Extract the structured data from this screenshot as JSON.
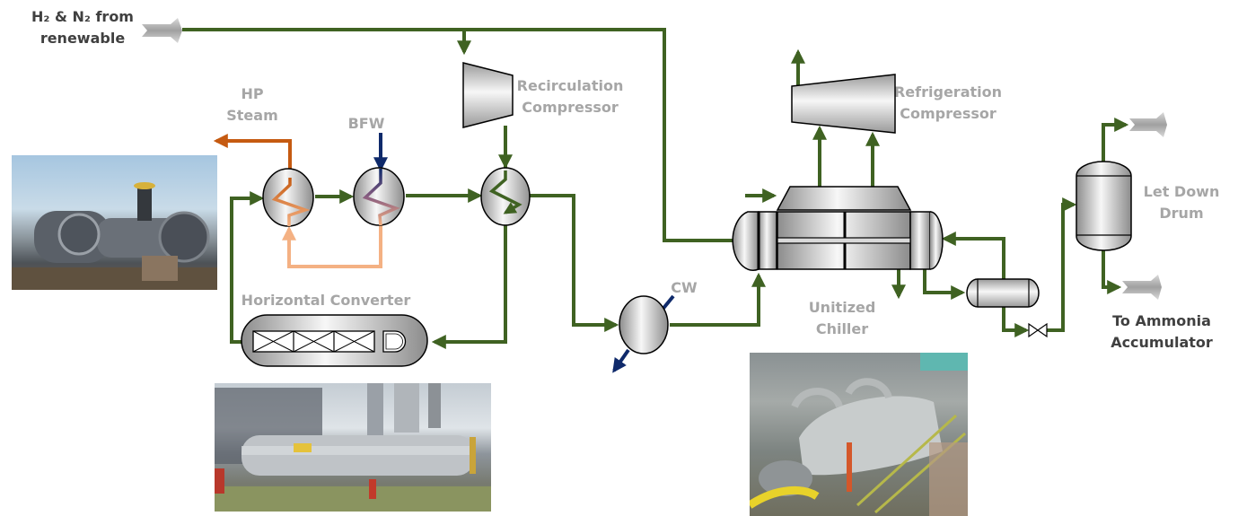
{
  "labels": {
    "feed_line1": "H₂ & N₂ from",
    "feed_line2": "renewable",
    "hp_steam_line1": "HP",
    "hp_steam_line2": "Steam",
    "bfw": "BFW",
    "recirc_line1": "Recirculation",
    "recirc_line2": "Compressor",
    "refrig_line1": "Refrigeration",
    "refrig_line2": "Compressor",
    "let_down_line1": "Let Down",
    "let_down_line2": "Drum",
    "converter": "Horizontal Converter",
    "cw": "CW",
    "chiller_line1": "Unitized",
    "chiller_line2": "Chiller",
    "ammonia_line1": "To Ammonia",
    "ammonia_line2": "Accumulator"
  },
  "equipment": [
    "Recirculation Compressor",
    "Refrigeration Compressor",
    "Waste Heat Boiler (HP Steam)",
    "BFW Preheater",
    "Gas-Gas Exchanger",
    "Horizontal Converter",
    "CW Cooler",
    "Unitized Chiller",
    "Separator",
    "Let Down Valve",
    "Let Down Drum"
  ],
  "photos": [
    {
      "id": "waste-heat-boiler-photo",
      "subject": "Waste heat boiler shell-and-tube exchanger"
    },
    {
      "id": "horizontal-converter-photo",
      "subject": "Horizontal ammonia converter in plant"
    },
    {
      "id": "unitized-chiller-photo",
      "subject": "Unitized chiller in plant"
    }
  ],
  "colors": {
    "process": "#3f6222",
    "hp_steam": "#c55a11",
    "bfw_inlet": "#0f2a6b",
    "condensate": "#f4b183",
    "cooling_water": "#0f2a6b",
    "label_gray": "#a6a6a6",
    "label_dark": "#404040"
  }
}
